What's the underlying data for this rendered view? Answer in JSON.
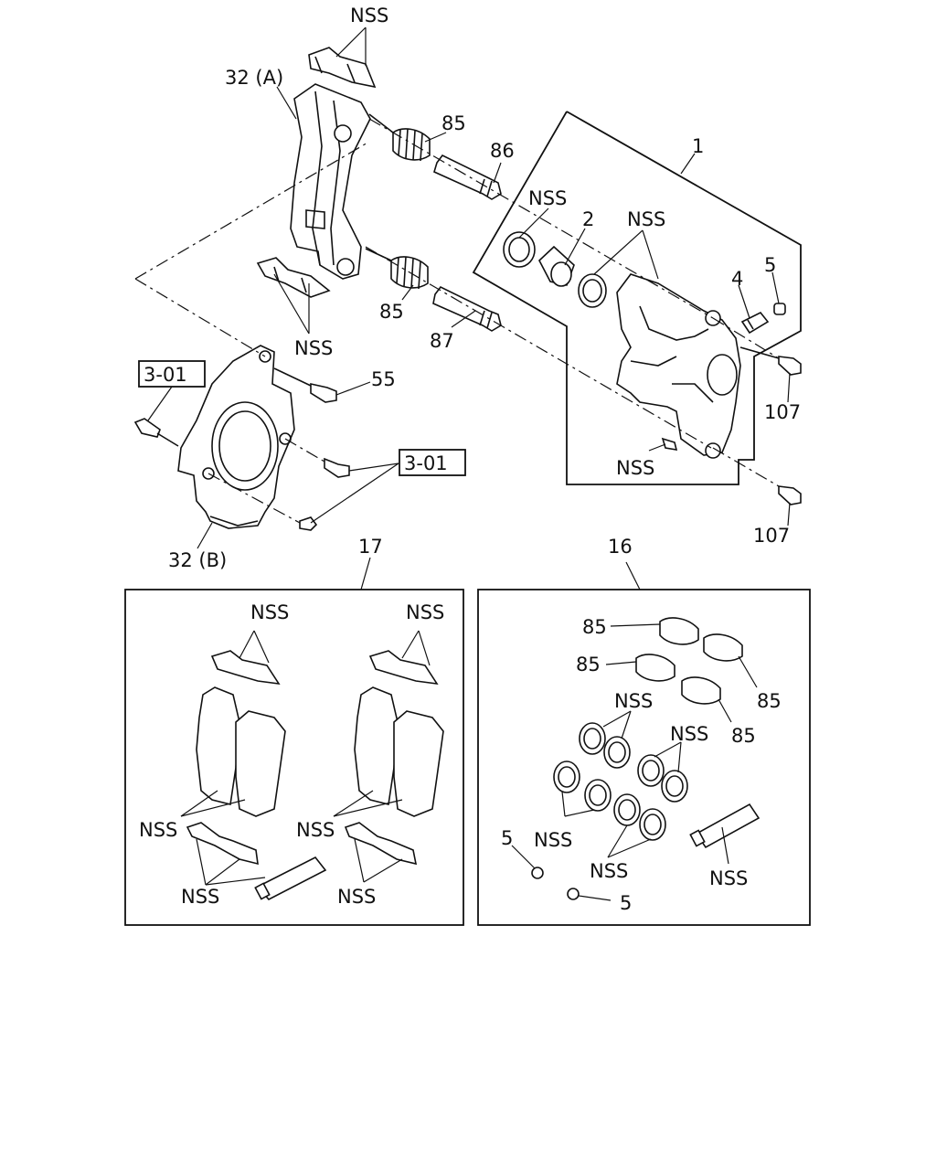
{
  "labels": {
    "nss": "NSS",
    "p32a": "32 (A)",
    "p32b": "32 (B)",
    "p85": "85",
    "p86": "86",
    "p87": "87",
    "p1": "1",
    "p2": "2",
    "p4": "4",
    "p5": "5",
    "p55": "55",
    "p107": "107",
    "p16": "16",
    "p17": "17",
    "ref301": "3-01"
  }
}
